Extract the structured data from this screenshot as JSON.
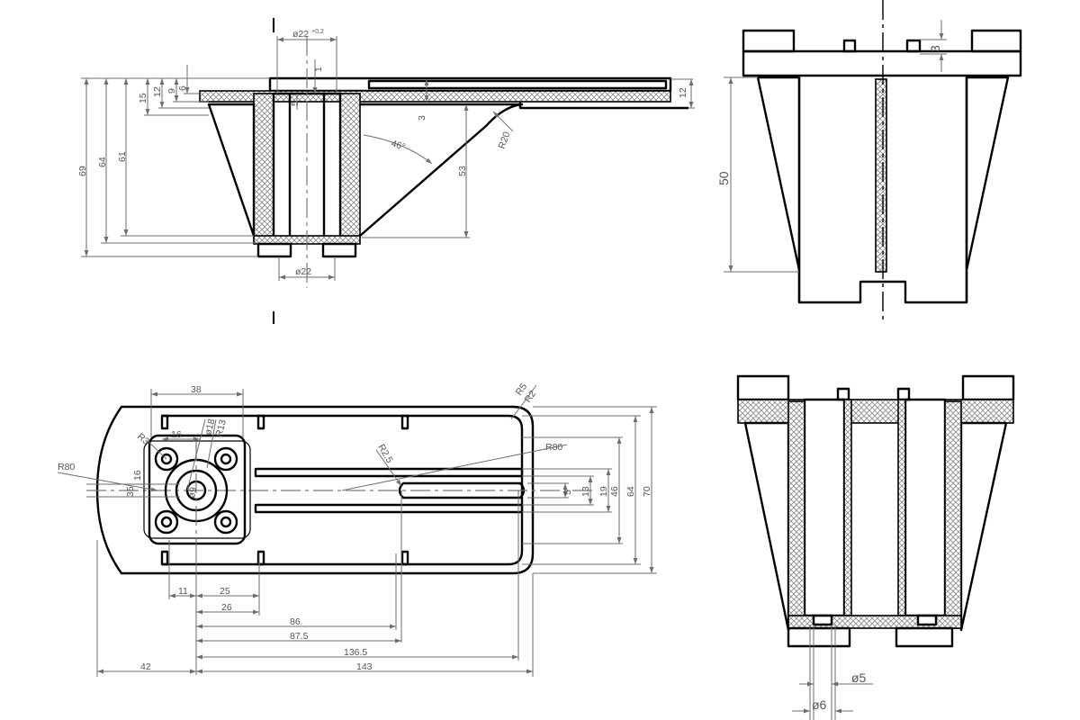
{
  "front_view": {
    "dims": {
      "d_top": "ø22",
      "d_top_tol": "+0.2",
      "d_bottom": "ø22",
      "h69": "69",
      "h64": "64",
      "h61": "61",
      "h15": "15",
      "h12a": "12",
      "h9": "9",
      "h6": "6",
      "h5": "5",
      "h1": "1",
      "h3": "3",
      "h53": "53",
      "h12b": "12",
      "angle": "46°",
      "r20": "R20"
    }
  },
  "side_view": {
    "dims": {
      "h50": "50",
      "h3": "3"
    }
  },
  "top_view": {
    "dims": {
      "w38": "38",
      "w16": "16",
      "r3": "R3",
      "d18": "ø18",
      "r13": "R13",
      "d9": "ø9",
      "r80a": "R80",
      "h16": "16",
      "h35": "35",
      "r25": "R2.5",
      "r80b": "R80",
      "r5": "R5",
      "r2": "R2",
      "v5": "5",
      "v13": "13",
      "v19": "19",
      "v46": "46",
      "v64": "64",
      "v70": "70",
      "x11": "11",
      "x25": "25",
      "x26": "26",
      "x86": "86",
      "x875": "87.5",
      "x1365": "136.5",
      "x42": "42",
      "x143": "143"
    }
  },
  "section_view": {
    "dims": {
      "d5": "ø5",
      "d6": "ø6"
    }
  }
}
